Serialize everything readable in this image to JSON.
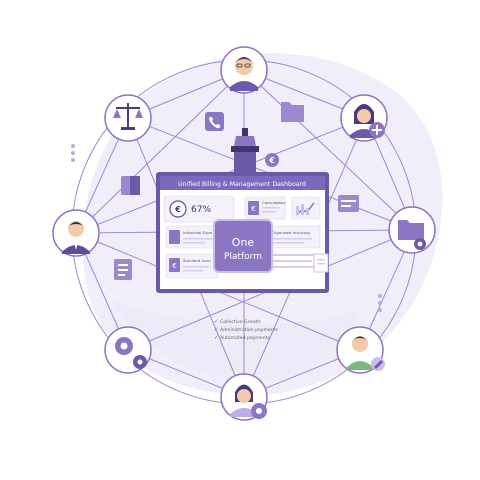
{
  "dashboard": {
    "title": "Unified Billing & Management Dashboard",
    "stat_value": "67%",
    "currency_symbol": "€",
    "card_consultation": "Consultation",
    "card_individual": "Individual Expe",
    "card_organized": "Organized Invoicing",
    "card_standard": "Standard Invoi",
    "center_line1": "One",
    "center_line2": "Platform"
  },
  "features": [
    "Collective Growth",
    "Administration payments",
    "Automated payments"
  ],
  "icons": {
    "top_person": "person-glasses-icon",
    "scales": "scales-of-justice-icon",
    "woman_plus": "woman-with-plus-icon",
    "man_left": "man-in-suit-icon",
    "folder_gear": "folder-gear-icon",
    "group_gears": "gears-icon",
    "man_edit": "man-with-pencil-icon",
    "woman_bottom": "woman-with-gear-icon",
    "lighthouse": "lighthouse-icon"
  },
  "colors": {
    "primary": "#8b76c4",
    "light": "#e9e3f6",
    "dark": "#5e4c98",
    "blob": "#f1edf9"
  }
}
